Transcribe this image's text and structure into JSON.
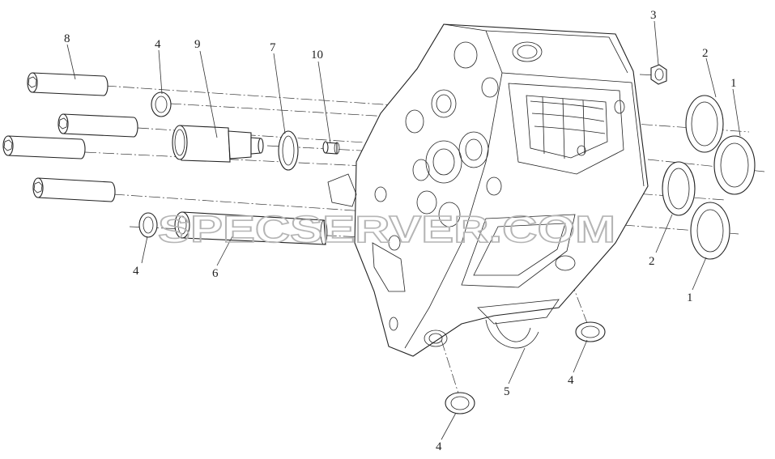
{
  "labels": {
    "part_1_upper": "1",
    "part_1_lower": "1",
    "part_2_upper": "2",
    "part_2_lower": "2",
    "part_3": "3",
    "part_4_top": "4",
    "part_4_left": "4",
    "part_4_right": "4",
    "part_4_bottom": "4",
    "part_5": "5",
    "part_6": "6",
    "part_7": "7",
    "part_8": "8",
    "part_9": "9",
    "part_10": "10"
  },
  "watermark": "SPECSERVER.COM"
}
